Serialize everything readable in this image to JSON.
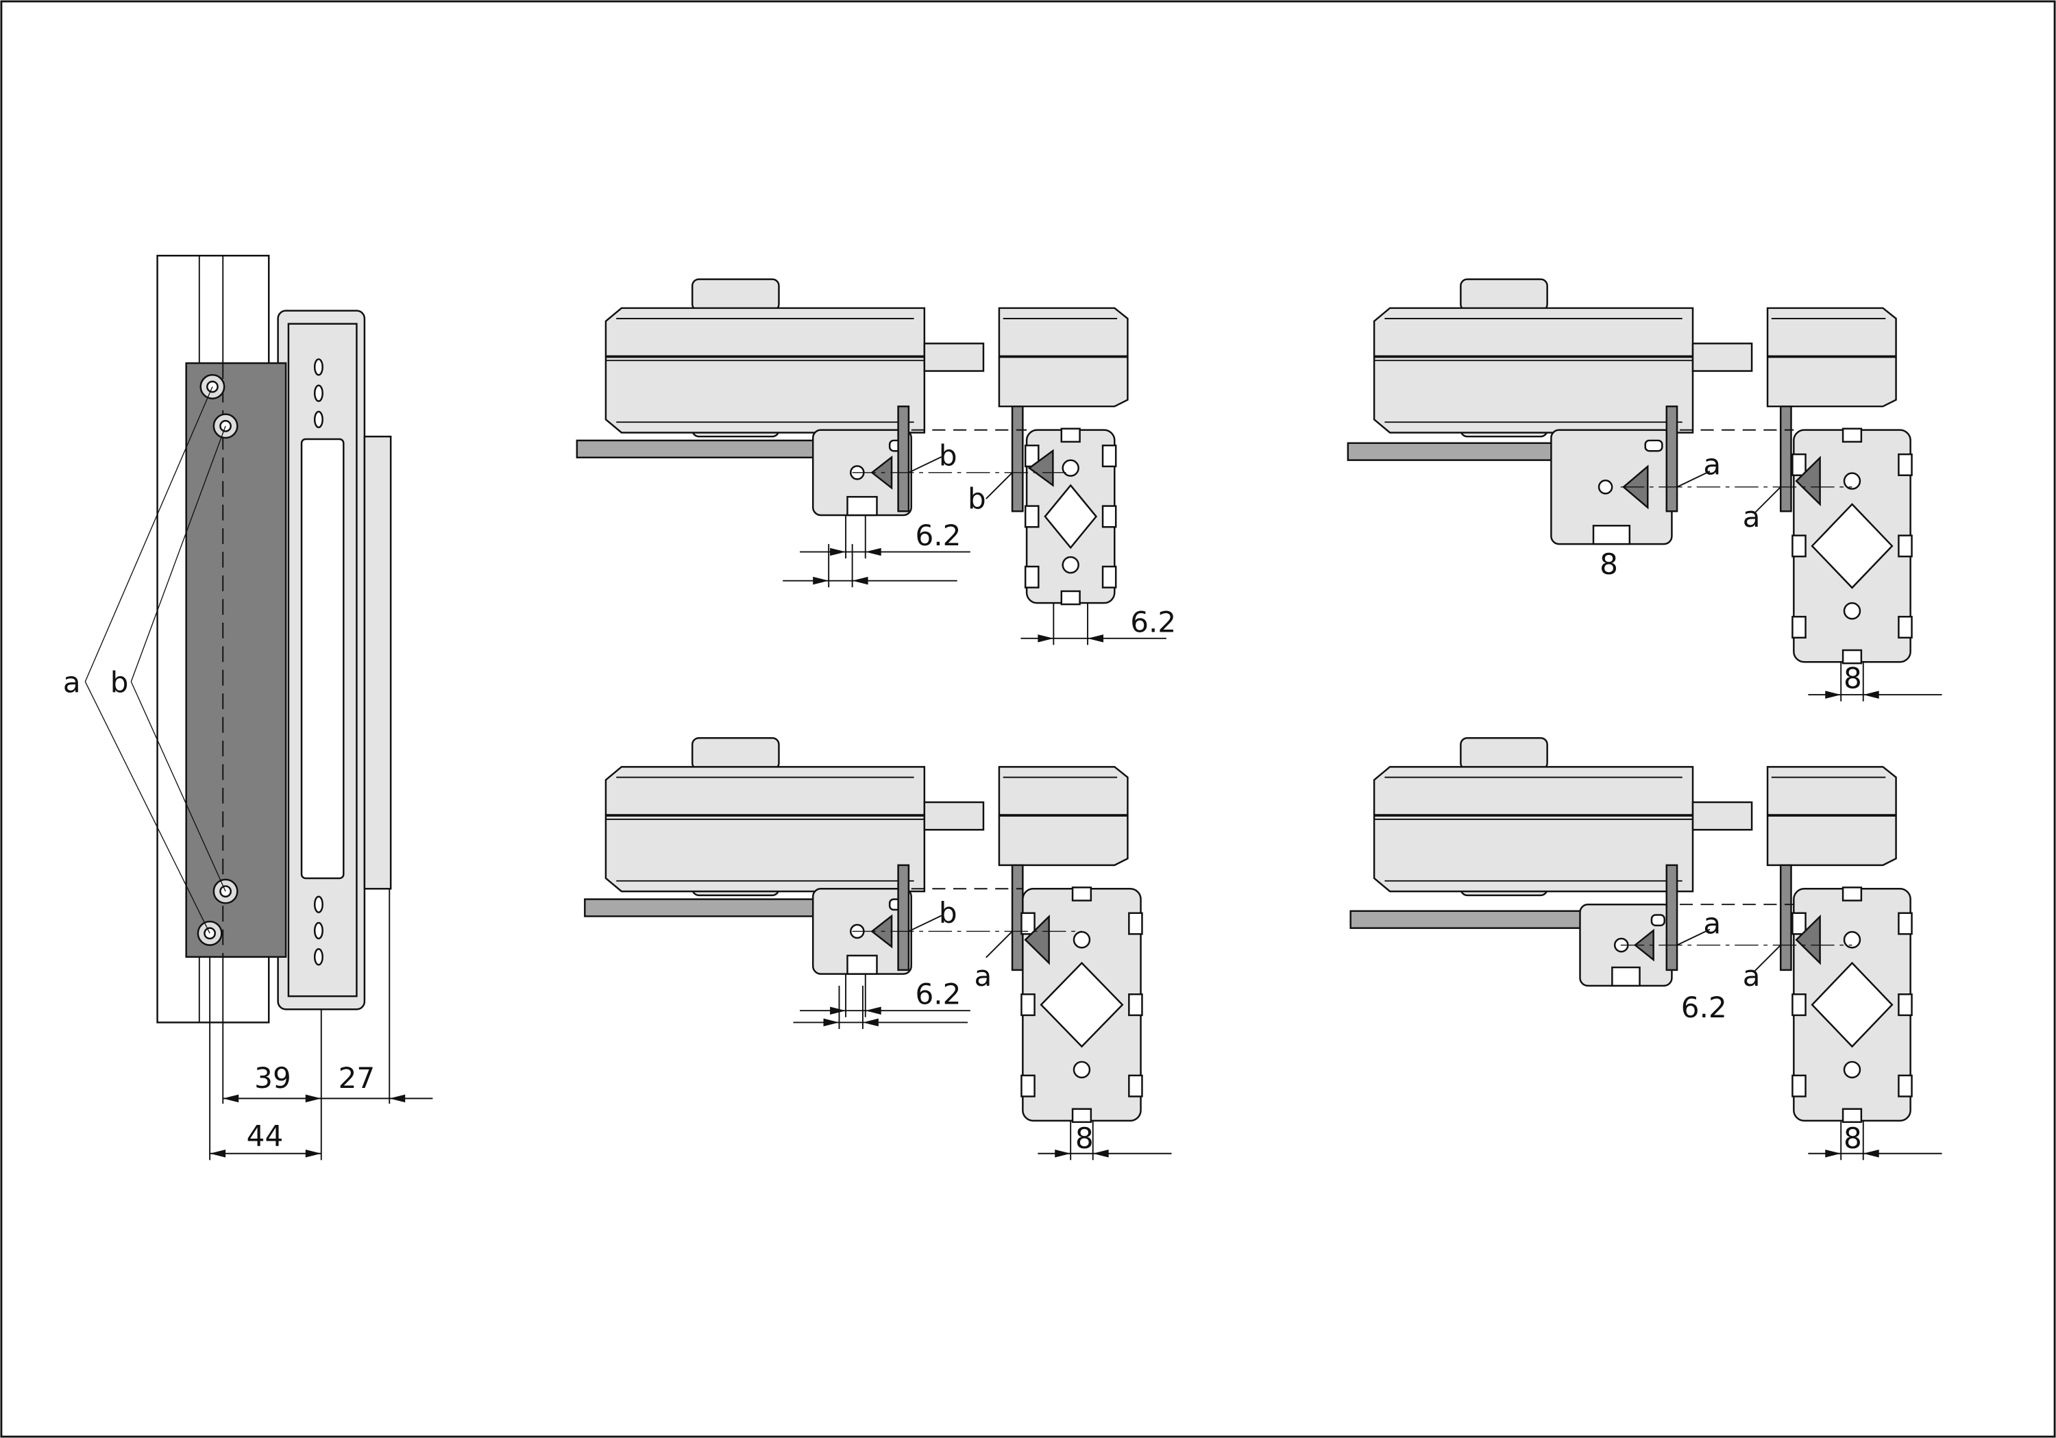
{
  "colors": {
    "part_fill": "#e4e4e4",
    "plate_fill": "#7f7f7f",
    "strip_fill": "#8a8a8a",
    "bar_fill": "#a8a8a8",
    "line": "#111111"
  },
  "side_view": {
    "label_a": "a",
    "label_b": "b",
    "dim_39": "39",
    "dim_27": "27",
    "dim_44": "44"
  },
  "view_top_left": {
    "label_1": "b",
    "label_2": "b",
    "dim_small": "6.2",
    "dim_large": "6.2"
  },
  "view_bottom_left": {
    "label_1": "b",
    "label_2": "a",
    "dim_small": "6.2",
    "dim_large": "8"
  },
  "view_top_right": {
    "label_1": "a",
    "label_2": "a",
    "dim_small": "8",
    "dim_large": "8"
  },
  "view_bottom_right": {
    "label_1": "a",
    "label_2": "a",
    "dim_small": "6.2",
    "dim_large": "8"
  }
}
